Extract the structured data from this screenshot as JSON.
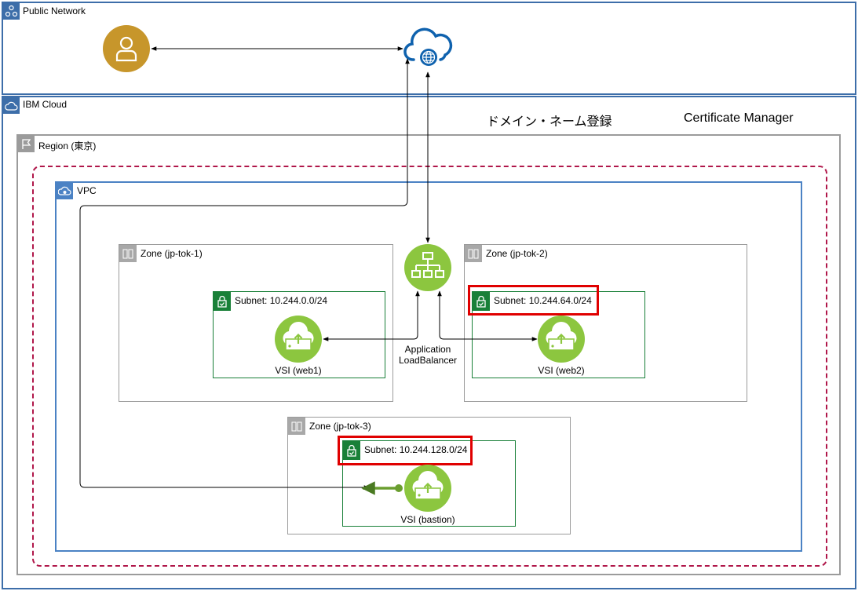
{
  "public_network": {
    "label": "Public Network"
  },
  "ibm_cloud": {
    "label": "IBM Cloud"
  },
  "services": {
    "dns": "ドメイン・ネーム登録",
    "cert": "Certificate Manager"
  },
  "region": {
    "label": "Region (東京)"
  },
  "vpc": {
    "label": "VPC"
  },
  "zones": [
    {
      "label": "Zone (jp-tok-1)",
      "subnet": "Subnet: 10.244.0.0/24",
      "vsi": "VSI (web1)"
    },
    {
      "label": "Zone (jp-tok-2)",
      "subnet": "Subnet: 10.244.64.0/24",
      "vsi": "VSI (web2)"
    },
    {
      "label": "Zone (jp-tok-3)",
      "subnet": "Subnet: 10.244.128.0/24",
      "vsi": "VSI (bastion)"
    }
  ],
  "alb": {
    "line1": "Application",
    "line2": "LoadBalancer"
  },
  "colors": {
    "ibm_blue": "#3d6ea9",
    "vpc_blue": "#4b82c4",
    "gray": "#9b9b9b",
    "dashed_red": "#b0174a",
    "highlight_red": "#e00000",
    "green": "#198038",
    "lime": "#8cc63f",
    "user_gold": "#c7962b",
    "cloud_blue": "#0f62ae"
  }
}
